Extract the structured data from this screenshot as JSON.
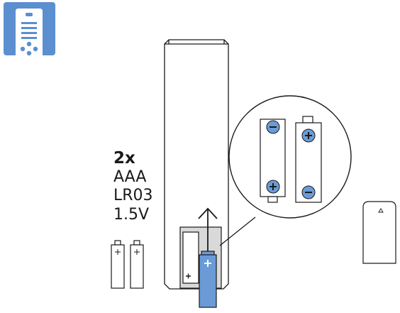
{
  "icon": {
    "name": "remote-control-icon",
    "color": "#5b8fcf"
  },
  "battery_spec": {
    "quantity": "2x",
    "type": "AAA",
    "iec_code": "LR03",
    "voltage": "1.5V"
  },
  "colors": {
    "accent_blue": "#6a9bd6",
    "line": "#1a1a1a",
    "compartment_gray": "#d9d9d9"
  }
}
